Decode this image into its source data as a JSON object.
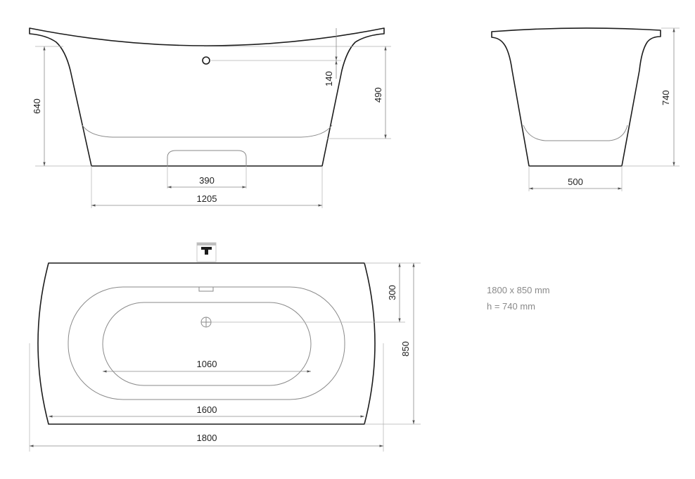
{
  "front_view": {
    "dim_height": "640",
    "dim_depth_inner": "490",
    "dim_overflow": "140",
    "dim_base_cutout": "390",
    "dim_base_width": "1205"
  },
  "side_view": {
    "dim_height": "740",
    "dim_base_width": "500"
  },
  "top_view": {
    "dim_width_total": "850",
    "dim_to_drain": "300",
    "dim_inner_length": "1060",
    "dim_outer_inner_length": "1600",
    "dim_length_total": "1800"
  },
  "specs": {
    "size": "1800 x 850 mm",
    "height": "h = 740 mm"
  },
  "colors": {
    "outline": "#1c1c1c",
    "dimension": "#8a8a8a",
    "info_text": "#8a8a8a"
  }
}
